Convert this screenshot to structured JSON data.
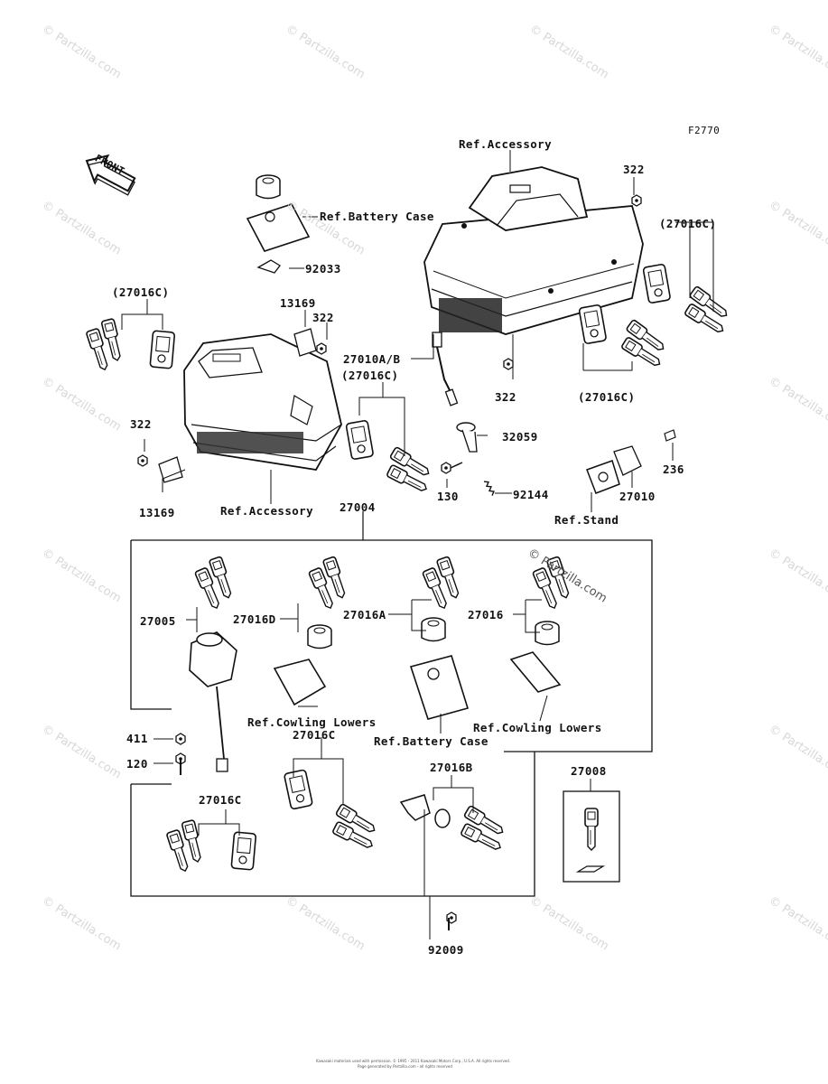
{
  "figure_code": "F2770",
  "front_label": "FRONT",
  "watermark": "© Partzilla.com",
  "footer": {
    "line1": "Kawasaki materials used with permission. © 1995 - 2011 Kawasaki Motors Corp., U.S.A. All rights reserved.",
    "line2": "Page generated by Partzilla.com - all rights reserved"
  },
  "labels": {
    "ref_accessory_top": "Ref.Accessory",
    "ref_battery_case_top": "Ref.Battery Case",
    "p92033": "92033",
    "p322_top_right": "322",
    "p27016c_right_top": "(27016C)",
    "p27016c_left_top": "(27016C)",
    "p13169_top": "13169",
    "p322_mid": "322",
    "p27010ab": "27010A/B",
    "p27016c_mid": "(27016C)",
    "p322_right_low": "322",
    "p27016c_right_low": "(27016C)",
    "p322_left": "322",
    "p13169_bottom": "13169",
    "ref_accessory_left": "Ref.Accessory",
    "p27004": "27004",
    "p32059": "32059",
    "p130": "130",
    "p92144": "92144",
    "p236": "236",
    "p27010": "27010",
    "ref_stand": "Ref.Stand",
    "p27005": "27005",
    "p27016d": "27016D",
    "p27016a": "27016A",
    "p27016": "27016",
    "ref_cowling_lowers_left": "Ref.Cowling Lowers",
    "ref_cowling_lowers_right": "Ref.Cowling Lowers",
    "ref_battery_case_bottom": "Ref.Battery Case",
    "p27016c_box_mid": "27016C",
    "p411": "411",
    "p120": "120",
    "p27016c_box_left": "27016C",
    "p27016b": "27016B",
    "p27008": "27008",
    "p92009": "92009"
  }
}
